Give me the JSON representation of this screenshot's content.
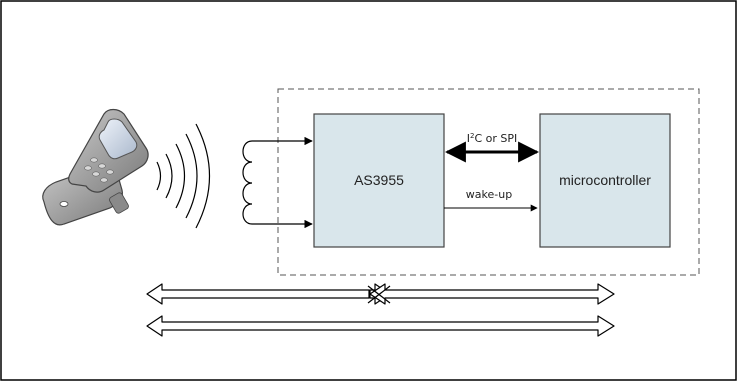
{
  "diagram": {
    "blocks": {
      "chip": {
        "label": "AS3955"
      },
      "mcu": {
        "label": "microcontroller"
      }
    },
    "links": {
      "bus": {
        "prefix": "I",
        "superscript": "2",
        "suffix": "C or SPI"
      },
      "wake": {
        "label": "wake-up"
      }
    },
    "colors": {
      "block_fill": "#d9e6eb",
      "block_stroke": "#444444",
      "line": "#000000",
      "phone_body": "#9a9a9a",
      "phone_screen": "#c9d6e6"
    },
    "icons": {
      "phone": "mobile-phone-icon",
      "waves": "radio-waves-icon",
      "antenna": "antenna-coil-icon"
    }
  }
}
